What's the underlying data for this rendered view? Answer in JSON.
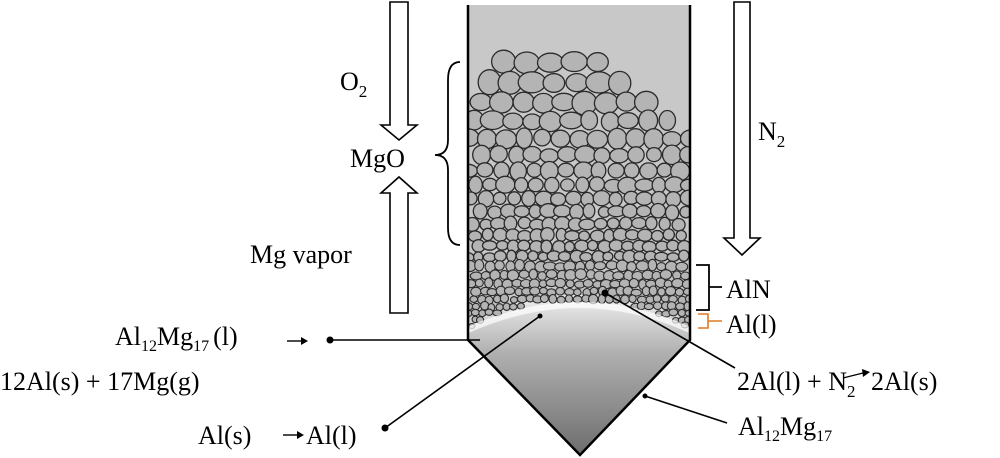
{
  "labels": {
    "o2": "O",
    "o2_sub": "2",
    "mgo": "MgO",
    "mg_vapor": "Mg vapor",
    "n2": "N",
    "n2_sub": "2",
    "aln": "AlN",
    "al_liquid": "Al(l)",
    "al12mg17_l_a": "Al",
    "al12mg17_l_sub1": "12",
    "al12mg17_l_b": "Mg",
    "al12mg17_l_sub2": "17",
    "al12mg17_l_c": "(l)",
    "reaction_mg": "12Al(s) + 17Mg(g)",
    "al_melt": "Al(s)",
    "al_melt_product": "Al(l)",
    "nitride_reaction_a": "2Al(l) + N",
    "nitride_reaction_sub": "2",
    "nitride_reaction_product": "2Al(s)",
    "al12mg17_a": "Al",
    "al12mg17_sub1": "12",
    "al12mg17_b": "Mg",
    "al12mg17_sub2": "17"
  },
  "colors": {
    "ink": "#000000",
    "gas_region": "#c8c8c8",
    "foam_cell": "#b4b4b4",
    "foam_edge": "#2a2a2a",
    "melt_light": "#f0f0f0",
    "melt_dark": "#6a6a6a",
    "al_liquid_bracket": "#e07a20"
  }
}
